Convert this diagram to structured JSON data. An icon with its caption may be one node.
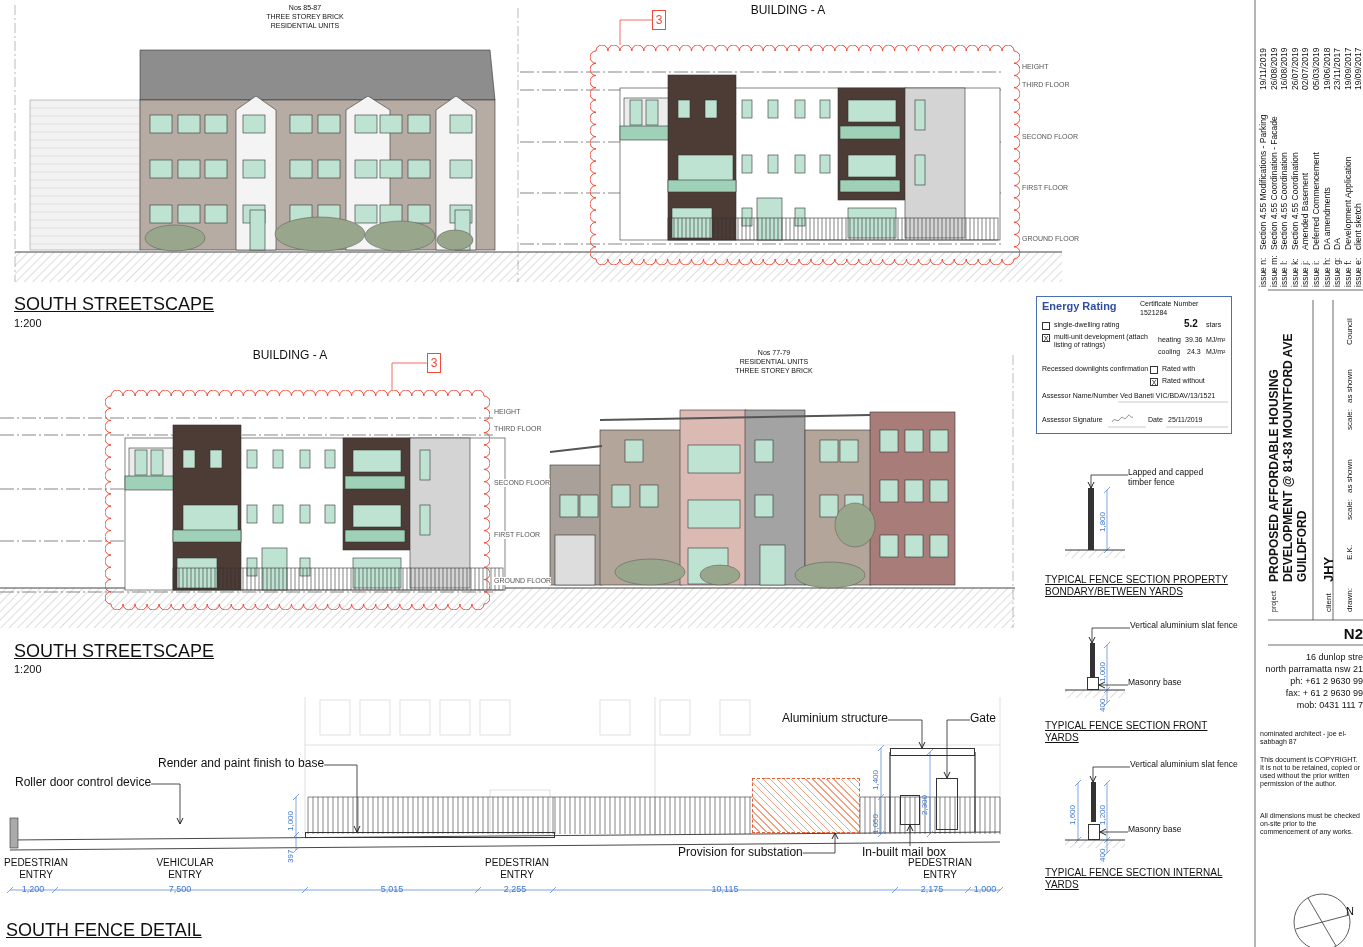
{
  "diagram": {
    "nodes": [
      {
        "text": [
          "Lapped and capped timber fence"
        ]
      },
      {
        "text": [],
        "shape": "bar"
      },
      {
        "text": [
          "Vertical aluminium slat fence"
        ]
      },
      {
        "text": [],
        "shape": "bar"
      },
      {
        "text": [
          "Masonry base"
        ]
      },
      {
        "text": [],
        "shape": "box"
      },
      {
        "text": [
          "Vertical aluminium slat fence"
        ]
      },
      {
        "text": [],
        "shape": "bar"
      },
      {
        "text": [
          "Masonry base"
        ]
      },
      {
        "text": [],
        "shape": "box"
      },
      {
        "text": [
          "Roller door control device"
        ]
      },
      {
        "text": [
          "Render and paint finish to base"
        ]
      },
      {
        "text": [],
        "shape": "box"
      },
      {
        "text": [
          "Aluminium structure"
        ]
      },
      {
        "text": [],
        "shape": "box"
      },
      {
        "text": [
          "Gate"
        ]
      },
      {
        "text": [],
        "shape": "box"
      },
      {
        "text": [
          "Provision for substation"
        ]
      },
      {
        "text": [],
        "shape": "box"
      },
      {
        "text": [
          "In-built mail box"
        ]
      },
      {
        "text": [],
        "shape": "box"
      },
      {
        "text": [
          "3"
        ]
      },
      {
        "text": [],
        "shape": "cloud"
      },
      {
        "text": [
          "3"
        ]
      },
      {
        "text": [],
        "shape": "cloud"
      }
    ],
    "edges": [
      {
        "from": 0,
        "to": 1,
        "arrow": "to"
      },
      {
        "from": 2,
        "to": 3,
        "arrow": "to"
      },
      {
        "from": 4,
        "to": 5,
        "arrow": "to"
      },
      {
        "from": 6,
        "to": 7,
        "arrow": "to"
      },
      {
        "from": 8,
        "to": 9,
        "arrow": "to"
      },
      {
        "from": 10,
        "to": null,
        "arrow": "to"
      },
      {
        "from": 11,
        "to": 12,
        "arrow": "to"
      },
      {
        "from": 13,
        "to": 14,
        "arrow": "to"
      },
      {
        "from": 15,
        "to": 16,
        "arrow": "to"
      },
      {
        "from": 17,
        "to": 18,
        "arrow": "to"
      },
      {
        "from": 19,
        "to": 20,
        "arrow": "to"
      },
      {
        "from": 21,
        "to": 22,
        "arrow": "none",
        "color": "#f04a3a"
      },
      {
        "from": 23,
        "to": 24,
        "arrow": "none",
        "color": "#f04a3a"
      }
    ],
    "labels": [
      "Nos 85-87",
      "THREE STOREY BRICK",
      "RESIDENTIAL UNITS",
      "BUILDING - A",
      "HEIGHT",
      "THIRD FLOOR",
      "SECOND FLOOR",
      "FIRST FLOOR",
      "GROUND FLOOR",
      "SOUTH STREETSCAPE",
      "1:200",
      "BUILDING - A",
      "Nos 77-79",
      "RESIDENTIAL UNITS",
      "THREE STOREY BRICK",
      "HEIGHT",
      "THIRD FLOOR",
      "SECOND FLOOR",
      "FIRST FLOOR",
      "GROUND FLOOR",
      "SOUTH STREETSCAPE",
      "1:200",
      "1,800",
      "TYPICAL FENCE SECTION PROPERTY BONDARY/BETWEEN YARDS",
      "1,000",
      "400",
      "TYPICAL FENCE SECTION FRONT YARDS",
      "1,600",
      "1,200",
      "400",
      "TYPICAL FENCE SECTION INTERNAL YARDS",
      "PEDESTRIAN ENTRY",
      "VEHICULAR ENTRY",
      "PEDESTRIAN ENTRY",
      "PEDESTRIAN ENTRY",
      "1,200",
      "7,500",
      "5,015",
      "2,255",
      "10,115",
      "2,175",
      "1,000",
      "1,000",
      "397",
      "1,050",
      "1,400",
      "2,300",
      "SOUTH FENCE DETAIL",
      "Energy Rating",
      "Certificate Number",
      "1521284",
      "single-dwelling rating",
      "X",
      "multi-unit development (attach listing of ratings)",
      "5.2",
      "stars",
      "heating",
      "39.36",
      "MJ/m²",
      "cooling",
      "24.3",
      "MJ/m²",
      "Recessed downlights confirmation",
      "Rated with",
      "X",
      "Rated without",
      "Assessor Name/Number",
      "Ved Baneti VIC/BDAV/13/1521",
      "Assessor Signature",
      "Date",
      "25/11/2019",
      "issue n:",
      "Section 4.55 Modifications - Parking",
      "19/11/2019",
      "issue m:",
      "Section 4.55 Coordination - Facade",
      "26/08/2019",
      "issue l:",
      "Section 4.55 Coordination",
      "16/08/2019",
      "issue k:",
      "Section 4.55 Coordination",
      "26/07/2019",
      "issue j:",
      "Amended Basement",
      "02/07/2019",
      "issue i:",
      "Deferred Commencement",
      "05/03/2019",
      "issue h:",
      "DA amendments",
      "19/06/2018",
      "issue g:",
      "DA",
      "23/11/2017",
      "issue f:",
      "Development Application",
      "19/09/2017",
      "issue e:",
      "client sketch",
      "19/09/2017",
      "project",
      "PROPOSED AFFORDABLE HOUSING DEVELOPMENT @ 81-83 MOUNTFORD AVE GUILDFORD",
      "client",
      "JHY",
      "drawn:",
      "E.K.",
      "scale:",
      "as shown",
      "scale:",
      "as shown",
      "Council",
      "N2",
      "16 dunlop stre",
      "north parramatta nsw 21",
      "ph: +61 2 9630 99",
      "fax: + 61 2 9630 99",
      "mob: 0431 111 7",
      "nominated architect - joe el-sabbagh 87",
      "This document is COPYRIGHT. It is not to be retained, copied or used without the prior written permission of the author.",
      "All dimensions must be checked on-site prior to the commencement of any works.",
      "N"
    ]
  }
}
